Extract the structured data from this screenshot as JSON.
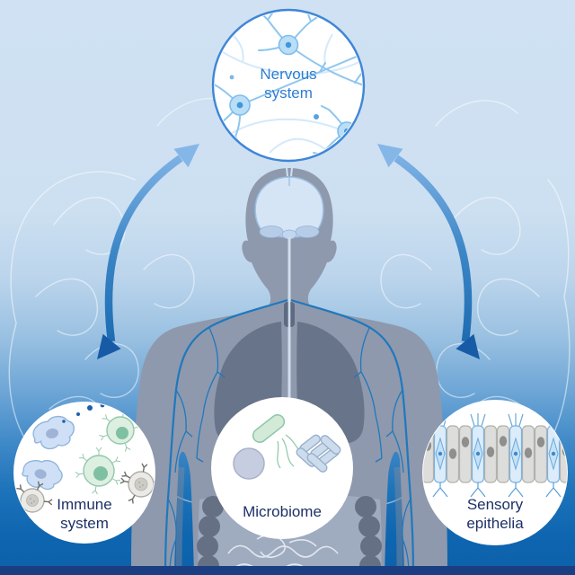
{
  "nodes": {
    "nervous": {
      "label": "Nervous system",
      "icon": "neurons-icon",
      "label_color": "#2e7dd1",
      "shape": "circle",
      "border_color": "#3f86d6"
    },
    "immune": {
      "label": "Immune system",
      "icon": "immune-cells-icon",
      "label_color": "#1d3166",
      "shape": "circle"
    },
    "microbiome": {
      "label": "Microbiome",
      "icon": "bacteria-icon",
      "label_color": "#1d3166",
      "shape": "circle"
    },
    "sensory": {
      "label": "Sensory epithelia",
      "icon": "epithelium-icon",
      "label_color": "#1d3166",
      "shape": "circle"
    }
  },
  "edges": [
    {
      "between": [
        "nervous",
        "immune"
      ],
      "type": "bidirectional-curved-arrow",
      "gradient": [
        "#85b6e8",
        "#175ba6"
      ]
    },
    {
      "between": [
        "nervous",
        "sensory"
      ],
      "type": "bidirectional-curved-arrow",
      "gradient": [
        "#85b6e8",
        "#175ba6"
      ]
    }
  ],
  "background": {
    "gradient_top": "#cfe1f2",
    "gradient_bottom": "#0c60a9",
    "footer_color": "#1b3d82",
    "pattern": "brain-outline-lines",
    "figure": "human-upper-body-silhouette",
    "figure_color": "#8e99ad",
    "organ_color": "#67748a",
    "nerve_color": "#1f78bd"
  }
}
